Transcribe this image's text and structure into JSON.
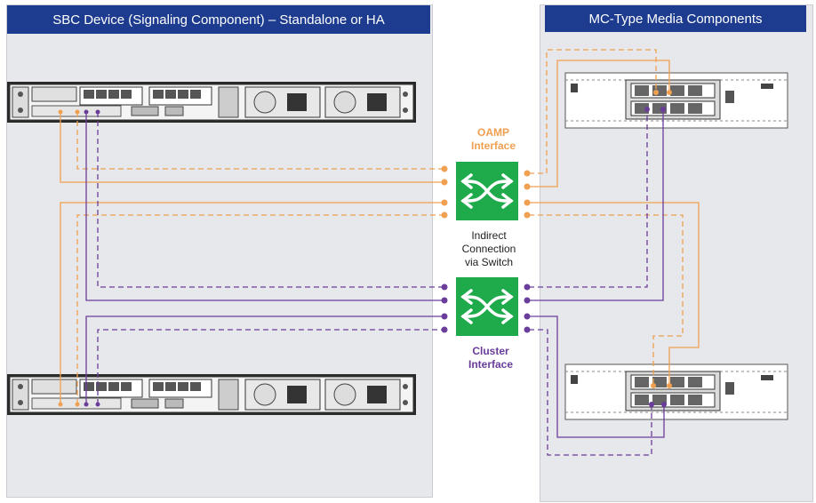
{
  "panels": {
    "sbc_title": "SBC Device (Signaling Component) – Standalone or HA",
    "mc_title": "MC-Type Media Components"
  },
  "labels": {
    "oamp_line1": "OAMP",
    "oamp_line2": "Interface",
    "indirect_line1": "Indirect",
    "indirect_line2": "Connection",
    "indirect_line3": "via Switch",
    "cluster_line1": "Cluster",
    "cluster_line2": "Interface"
  },
  "icons": {
    "switch": "network-switch-icon",
    "server": "rack-server-icon",
    "media": "media-component-icon"
  },
  "colors": {
    "title_bg": "#1d3c8f",
    "panel_bg": "#e7e8ec",
    "oamp": "#f0a050",
    "cluster": "#6a3d9a",
    "switch": "#1faa4b"
  }
}
